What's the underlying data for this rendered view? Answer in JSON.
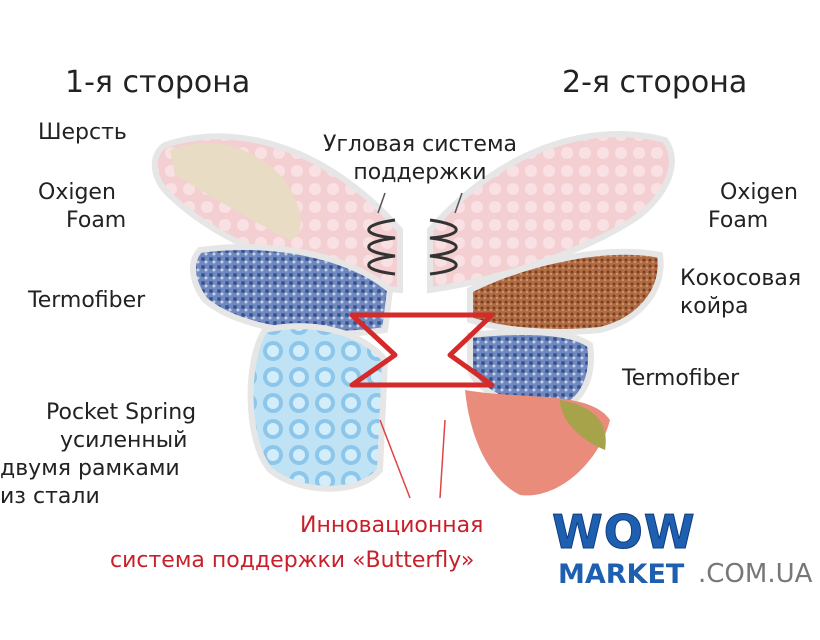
{
  "sides": {
    "left": "1-я  сторона",
    "right": "2-я  сторона"
  },
  "left_labels": {
    "wool": "Шерсть",
    "oxigen_foam": [
      "Oxigen",
      "Foam"
    ],
    "termofiber": "Termofiber",
    "pocket_spring": [
      "Pocket Spring",
      "усиленный",
      "двумя  рамками",
      "из  стали"
    ]
  },
  "center_label": [
    "Угловая  система",
    "поддержки"
  ],
  "right_labels": {
    "oxigen_foam": [
      "Oxigen",
      "Foam"
    ],
    "coir": [
      "Кокосовая",
      "койра"
    ],
    "termofiber": "Termofiber"
  },
  "bottom_label": [
    "Инновационная",
    "система  поддержки  «Butterfly»"
  ],
  "watermark": {
    "wow": "WOW",
    "market": "MARKET",
    "domain": ".COM.UA"
  },
  "colors": {
    "accent_red": "#c8202a",
    "logo_blue": "#1f5fb0",
    "pink": "#f2c9cc",
    "blue_fiber": "#5b77b0",
    "spring_blue": "#9fd0ee",
    "coir": "#a8643f"
  }
}
